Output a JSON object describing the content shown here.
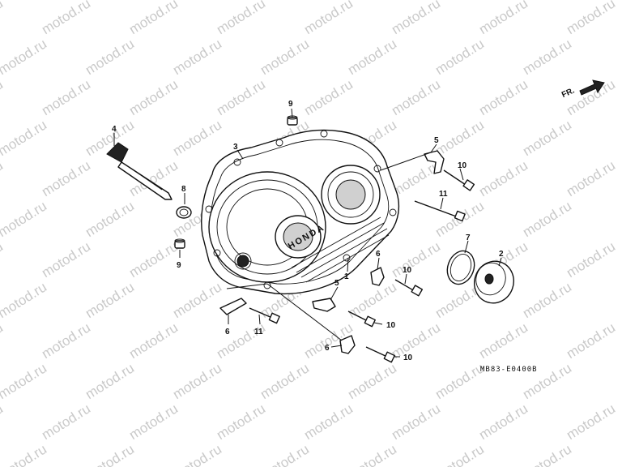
{
  "watermark_text": "motod.ru",
  "diagram_code": "MB83-E0400B",
  "direction_label": "FR.",
  "brand_mark": "HONDA",
  "part_callouts": {
    "c1": "1",
    "c2": "2",
    "c3": "3",
    "c4": "4",
    "c5a": "5",
    "c5b": "5",
    "c6a": "6",
    "c6b": "6",
    "c6c": "6",
    "c7": "7",
    "c8": "8",
    "c9a": "9",
    "c9b": "9",
    "c10a": "10",
    "c10b": "10",
    "c10c": "10",
    "c10d": "10",
    "c11a": "11",
    "c11b": "11"
  }
}
